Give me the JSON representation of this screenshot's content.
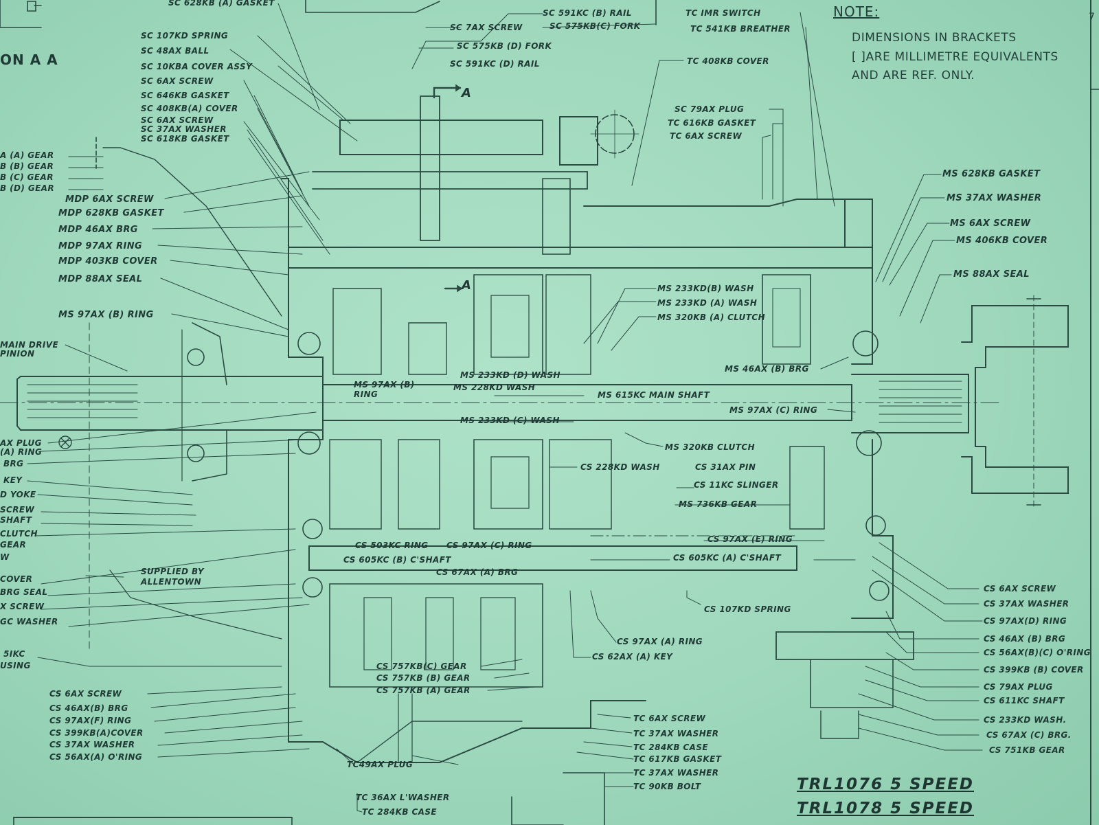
{
  "note": {
    "heading": "NOTE:",
    "line1": "DIMENSIONS IN BRACKETS",
    "line2": "[ ]ARE MILLIMETRE EQUIVALENTS",
    "line3": "AND ARE REF. ONLY."
  },
  "section_label": "ON A A",
  "section_marks": {
    "top": "A",
    "mid": "A"
  },
  "titles": {
    "t1": "TRL1076  5 SPEED",
    "t2": "TRL1078  5 SPEED"
  },
  "supplied": {
    "l1": "SUPPLIED BY",
    "l2": "ALLENTOWN"
  },
  "corner_mark": "7",
  "labels": {
    "sc_628kb_gasket": "SC 628KB (A) GASKET",
    "sc_591kc_rail_top": "SC 591KC (B) RAIL",
    "sc_7ax_screw": "SC 7AX SCREW",
    "sc_575kb_fork_b": "SC 575KB(C) FORK",
    "sc_575kb_fork_d": "SC 575KB (D) FORK",
    "sc_591kc_rail_d": "SC 591KC (D) RAIL",
    "sc_107kd_spring": "SC 107KD SPRING",
    "sc_48ax_ball": "SC 48AX BALL",
    "sc_10kba_cover": "SC 10KBA COVER ASSY",
    "sc_6ax_screw": "SC 6AX  SCREW",
    "sc_646kb_gasket": "SC 646KB GASKET",
    "sc_408kb_cover": "SC 408KB(A) COVER",
    "sc_6ax_screw2": "SC 6AX SCREW",
    "sc_37ax_washer": "SC 37AX WASHER",
    "sc_618kb_gasket": "SC 618KB GASKET",
    "a_gear": "A (A) GEAR",
    "b_gear": "B (B) GEAR",
    "c_gear": "B (C) GEAR",
    "d_gear": "B (D) GEAR",
    "mdp_6ax_screw": "MDP 6AX SCREW",
    "mdp_628kb_gasket": "MDP 628KB GASKET",
    "mdp_46ax_brg": "MDP 46AX BRG",
    "mdp_97ax_ring": "MDP 97AX RING",
    "mdp_403kb_cover": "MDP 403KB COVER",
    "mdp_88ax_seal": "MDP 88AX SEAL",
    "ms_97ax_b_ring": "MS 97AX (B) RING",
    "main_drive_1": "MAIN DRIVE",
    "main_drive_2": "PINION",
    "ax_plug": "AX PLUG",
    "a_ring": "(A) RING",
    "brg": "BRG",
    "key": "KEY",
    "d_yoke": "D YOKE",
    "screw": "SCREW",
    "shaft": "SHAFT",
    "clutch": "CLUTCH",
    "gear": "GEAR",
    "w": "W",
    "cover": "COVER",
    "brg_seal": "BRG SEAL",
    "x_screw": "X SCREW",
    "gc_washer": "GC WASHER",
    "sikc": "5IKC",
    "housing": "USING",
    "tc_imr_switch": "TC IMR SWITCH",
    "tc_541kb_breather": "TC 541KB BREATHER",
    "tc_408kb_cover": "TC 408KB  COVER",
    "sc_79ax_plug": "SC 79AX PLUG",
    "tc_616kb_gasket": "TC 616KB GASKET",
    "tc_6ax_screw_top": "TC 6AX SCREW",
    "ms_628kb_gasket": "MS 628KB GASKET",
    "ms_37ax_washer": "MS 37AX WASHER",
    "ms_6ax_screw": "MS 6AX SCREW",
    "ms_406kb_cover": "MS 406KB COVER",
    "ms_88ax_seal": "MS 88AX SEAL",
    "ms_233kd_b_wash": "MS 233KD(B) WASH",
    "ms_233kd_a_wash": "MS 233KD (A) WASH",
    "ms_320kb_a_clutch": "MS 320KB (A) CLUTCH",
    "ms_46ax_b_brg": "MS 46AX (B) BRG",
    "ms_233kd_d_wash": "MS 233KD (D) WASH",
    "ms_97ax_b": "MS 97AX (B)",
    "ms_ring": "RING",
    "ms_228kd_wash": "MS 228KD WASH",
    "ms_615kc_mainshaft": "MS 615KC MAIN SHAFT",
    "ms_97ax_c_ring": "MS 97AX (C) RING",
    "ms_233kd_c_wash": "MS 233KD (C) WASH",
    "ms_320kb_clutch": "MS 320KB CLUTCH",
    "cs_228kd_wash": "CS 228KD WASH",
    "cs_31ax_pin": "CS 31AX PIN",
    "cs_11kc_slinger": "CS 11KC SLINGER",
    "ms_736kb_gear": "MS 736KB GEAR",
    "cs_503kc_ring": "CS 503KC RING",
    "cs_97ax_c_ring": "CS 97AX (C) RING",
    "cs_97ax_e_ring": "CS 97AX (E) RING",
    "cs_605kc_b_cshaft": "CS 605KC (B) C'SHAFT",
    "cs_605kc_a_cshaft": "CS 605KC (A) C'SHAFT",
    "cs_67ax_a_brg": "CS 67AX (A) BRG",
    "cs_107kd_spring": "CS 107KD SPRING",
    "cs_97ax_a_ring": "CS 97AX (A) RING",
    "cs_62ax_a_key": "CS 62AX (A) KEY",
    "cs_757kb_c_gear": "CS 757KB(C) GEAR",
    "cs_757kb_b_gear": "CS 757KB (B) GEAR",
    "cs_757kb_a_gear": "CS 757KB (A) GEAR",
    "cs_6ax_screw_l": "CS 6AX SCREW",
    "cs_46ax_brg": "CS 46AX(B) BRG",
    "cs_97ax_f_ring": "CS 97AX(F) RING",
    "cs_399kb_a_cover": "CS 399KB(A)COVER",
    "cs_37ax_washer_l": "CS 37AX WASHER",
    "cs_56ax_a_oring": "CS 56AX(A) O'RING",
    "tc_6ax_screw": "TC 6AX SCREW",
    "tc_37ax_washer": "TC 37AX WASHER",
    "tc_284kb_case": "TC 284KB CASE",
    "tc_617kb_gasket": "TC 617KB GASKET",
    "tc_37ax_washer2": "TC 37AX WASHER",
    "tc_90kb_bolt": "TC 90KB BOLT",
    "tc_49ax_plug": "TC49AX    PLUG",
    "tc_36ax_lwasher": "TC 36AX L'WASHER",
    "tc_284kb_case2": "TC 284KB CASE",
    "cs_6ax_screw_r": "CS 6AX SCREW",
    "cs_37ax_washer_r": "CS 37AX WASHER",
    "cs_97ax_d_ring": "CS 97AX(D) RING",
    "cs_46ax_b_brg_r": "CS 46AX (B) BRG",
    "cs_56ax_bc_oring": "CS 56AX(B)(C) O'RING",
    "cs_399kb_b_cover": "CS 399KB (B) COVER",
    "cs_79ax_plug": "CS 79AX PLUG",
    "cs_611kc_shaft": "CS 611KC SHAFT",
    "cs_233kd_wash": "CS 233KD WASH.",
    "cs_67ax_c_brg": "CS 67AX (C) BRG.",
    "cs_751kb_gear": "CS 751KB GEAR"
  }
}
